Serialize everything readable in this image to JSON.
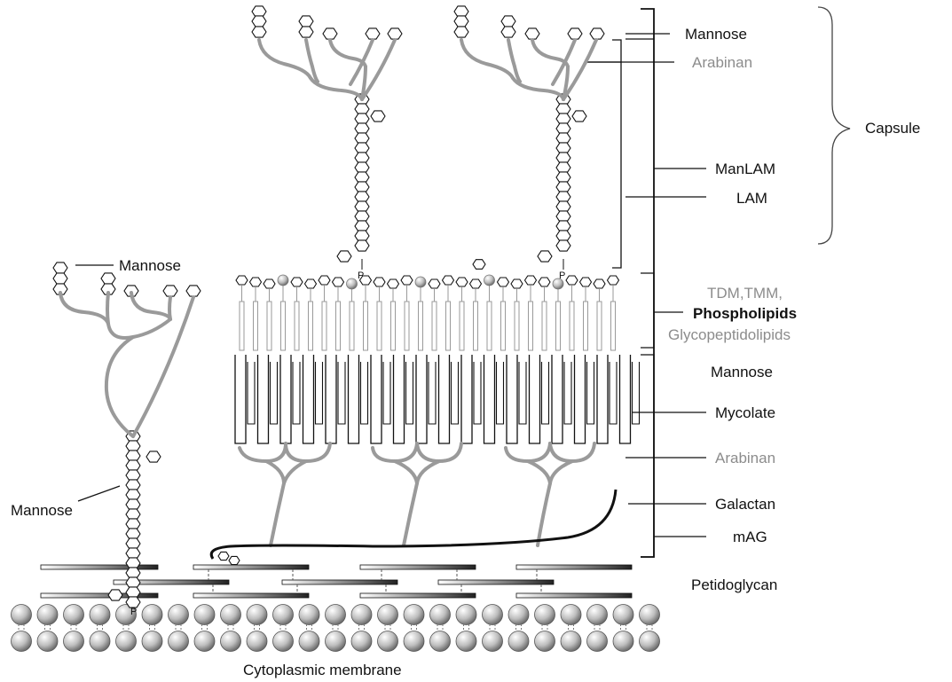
{
  "colors": {
    "background": "#ffffff",
    "stroke": "#111111",
    "chain": "#9a9a9a",
    "grey_label": "#8c8c8c",
    "dark_label": "#111111"
  },
  "icons": {
    "sugar": "hexagon-sugar-icon",
    "lipid_head": "sphere-head-icon",
    "phosphate": "phosphate-p-icon"
  },
  "labels": {
    "mannose_top": "Mannose",
    "arabinan_top": "Arabinan",
    "capsule": "Capsule",
    "manlam": "ManLAM",
    "lam": "LAM",
    "mannose_left": "Mannose",
    "tdm_tmm": "TDM,TMM,",
    "phospholipids": "Phospholipids",
    "glycopeptidolipids": "Glycopeptidolipids",
    "mannose_mid": "Mannose",
    "mycolate": "Mycolate",
    "arabinan_mid": "Arabinan",
    "mannose_lower_left": "Mannose",
    "galactan": "Galactan",
    "mag": "mAG",
    "peptidoglycan": "Petidoglycan",
    "cytoplasmic_membrane": "Cytoplasmic membrane",
    "phosphate": "P"
  }
}
